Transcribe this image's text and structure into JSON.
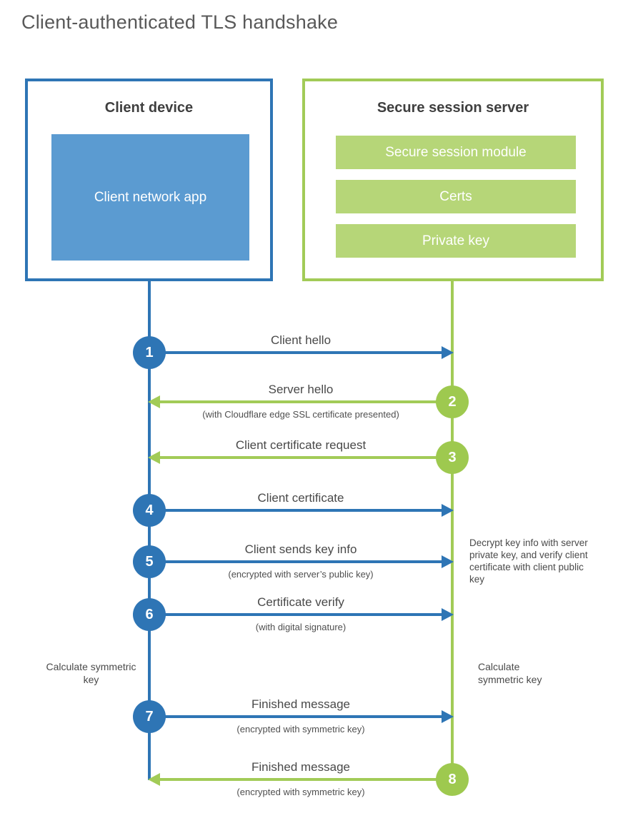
{
  "title": "Client-authenticated TLS handshake",
  "colors": {
    "blue": "#2e75b5",
    "blue_fill": "#5b9bd1",
    "green_line": "#a2cb57",
    "green_circle": "#9ec94f",
    "green_fill": "#b6d678",
    "text_dark": "#3f3f3f",
    "text_gray": "#4a4a4a"
  },
  "client": {
    "title": "Client device",
    "app_label": "Client network app"
  },
  "server": {
    "title": "Secure session server",
    "modules": [
      "Secure session module",
      "Certs",
      "Private key"
    ]
  },
  "steps": [
    {
      "num": "1",
      "label": "Client hello",
      "sub": "",
      "direction": "client-to-server",
      "color": "blue"
    },
    {
      "num": "2",
      "label": "Server hello",
      "sub": "(with Cloudflare edge SSL certificate presented)",
      "direction": "server-to-client",
      "color": "green"
    },
    {
      "num": "3",
      "label": "Client certificate request",
      "sub": "",
      "direction": "server-to-client",
      "color": "green"
    },
    {
      "num": "4",
      "label": "Client certificate",
      "sub": "",
      "direction": "client-to-server",
      "color": "blue"
    },
    {
      "num": "5",
      "label": "Client sends key info",
      "sub": "(encrypted with server’s public key)",
      "direction": "client-to-server",
      "color": "blue"
    },
    {
      "num": "6",
      "label": "Certificate verify",
      "sub": "(with digital signature)",
      "direction": "client-to-server",
      "color": "blue"
    },
    {
      "num": "7",
      "label": "Finished message",
      "sub": "(encrypted with symmetric key)",
      "direction": "client-to-server",
      "color": "blue"
    },
    {
      "num": "8",
      "label": "Finished message",
      "sub": "(encrypted with symmetric key)",
      "direction": "server-to-client",
      "color": "green"
    }
  ],
  "notes": {
    "decrypt": "Decrypt key info with server private key, and verify client certificate with client public key",
    "calc_left": "Calculate symmetric key",
    "calc_right": "Calculate symmetric key"
  }
}
